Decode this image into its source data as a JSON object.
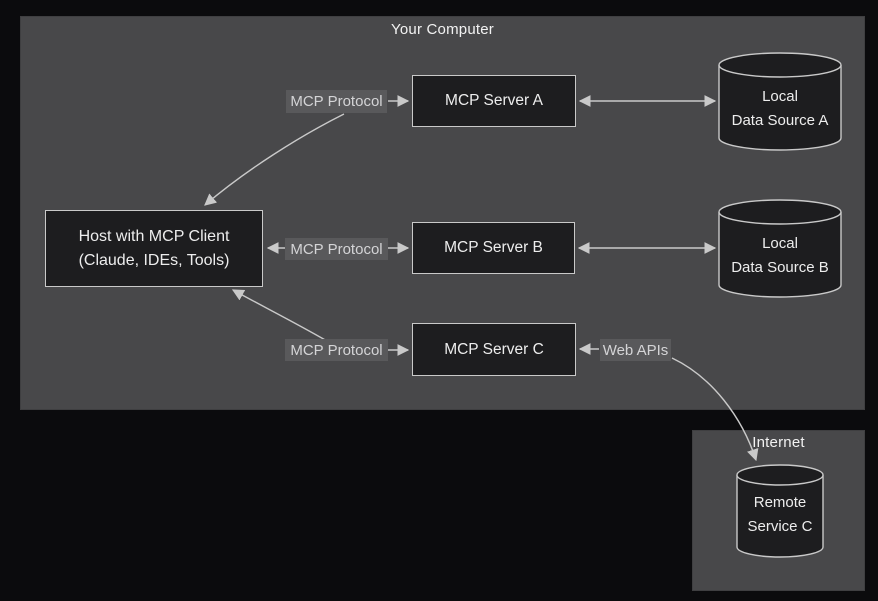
{
  "colors": {
    "page_bg": "#0b0b0d",
    "panel_bg": "#48484a",
    "panel_border": "#3f3f41",
    "node_bg": "#1d1d1f",
    "node_border": "#c9c9c9",
    "line": "#c9c9c9",
    "label_bg": "#59595b",
    "label_text": "#d4d4d6",
    "text": "#f2f2f2"
  },
  "panels": {
    "your_computer": {
      "title": "Your Computer"
    },
    "internet": {
      "title": "Internet"
    }
  },
  "nodes": {
    "host": {
      "line1": "Host with MCP Client",
      "line2": "(Claude, IDEs, Tools)"
    },
    "server_a": {
      "label": "MCP Server A"
    },
    "server_b": {
      "label": "MCP Server B"
    },
    "server_c": {
      "label": "MCP Server C"
    },
    "data_source_a": {
      "line1": "Local",
      "line2": "Data Source A"
    },
    "data_source_b": {
      "line1": "Local",
      "line2": "Data Source B"
    },
    "remote_service": {
      "line1": "Remote",
      "line2": "Service C"
    }
  },
  "edge_labels": {
    "protocol_a": "MCP Protocol",
    "protocol_b": "MCP Protocol",
    "protocol_c": "MCP Protocol",
    "web_apis": "Web APIs"
  }
}
